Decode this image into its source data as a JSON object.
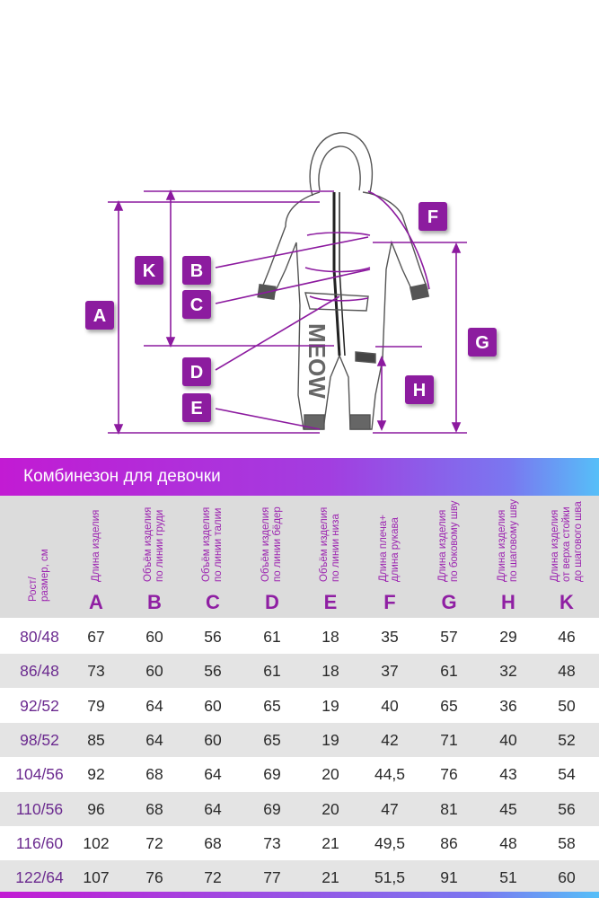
{
  "diagram": {
    "labels": [
      "A",
      "K",
      "B",
      "C",
      "D",
      "E",
      "F",
      "G",
      "H"
    ],
    "garment_print": "MEOW",
    "accent_color": "#8c1a9f"
  },
  "title": "Комбинезон для девочки",
  "columns": [
    {
      "desc": "Рост/\nразмер, см",
      "letter": ""
    },
    {
      "desc": "Длина изделия",
      "letter": "A"
    },
    {
      "desc": "Объём изделия\nпо линии груди",
      "letter": "B"
    },
    {
      "desc": "Объём изделия\nпо линии талии",
      "letter": "C"
    },
    {
      "desc": "Объём изделия\nпо линии бёдер",
      "letter": "D"
    },
    {
      "desc": "Объём изделия\nпо линии низа",
      "letter": "E"
    },
    {
      "desc": "Длина плеча+\nдлина рукава",
      "letter": "F"
    },
    {
      "desc": "Длина изделия\nпо боковому шву",
      "letter": "G"
    },
    {
      "desc": "Длина изделия\nпо шаговому шву",
      "letter": "H"
    },
    {
      "desc": "Длина изделия\nот верха стойки\nдо шагового шва",
      "letter": "K"
    }
  ],
  "rows": [
    [
      "80/48",
      "67",
      "60",
      "56",
      "61",
      "18",
      "35",
      "57",
      "29",
      "46"
    ],
    [
      "86/48",
      "73",
      "60",
      "56",
      "61",
      "18",
      "37",
      "61",
      "32",
      "48"
    ],
    [
      "92/52",
      "79",
      "64",
      "60",
      "65",
      "19",
      "40",
      "65",
      "36",
      "50"
    ],
    [
      "98/52",
      "85",
      "64",
      "60",
      "65",
      "19",
      "42",
      "71",
      "40",
      "52"
    ],
    [
      "104/56",
      "92",
      "68",
      "64",
      "69",
      "20",
      "44,5",
      "76",
      "43",
      "54"
    ],
    [
      "110/56",
      "96",
      "68",
      "64",
      "69",
      "20",
      "47",
      "81",
      "45",
      "56"
    ],
    [
      "116/60",
      "102",
      "72",
      "68",
      "73",
      "21",
      "49,5",
      "86",
      "48",
      "58"
    ],
    [
      "122/64",
      "107",
      "76",
      "72",
      "77",
      "21",
      "51,5",
      "91",
      "51",
      "60"
    ]
  ]
}
